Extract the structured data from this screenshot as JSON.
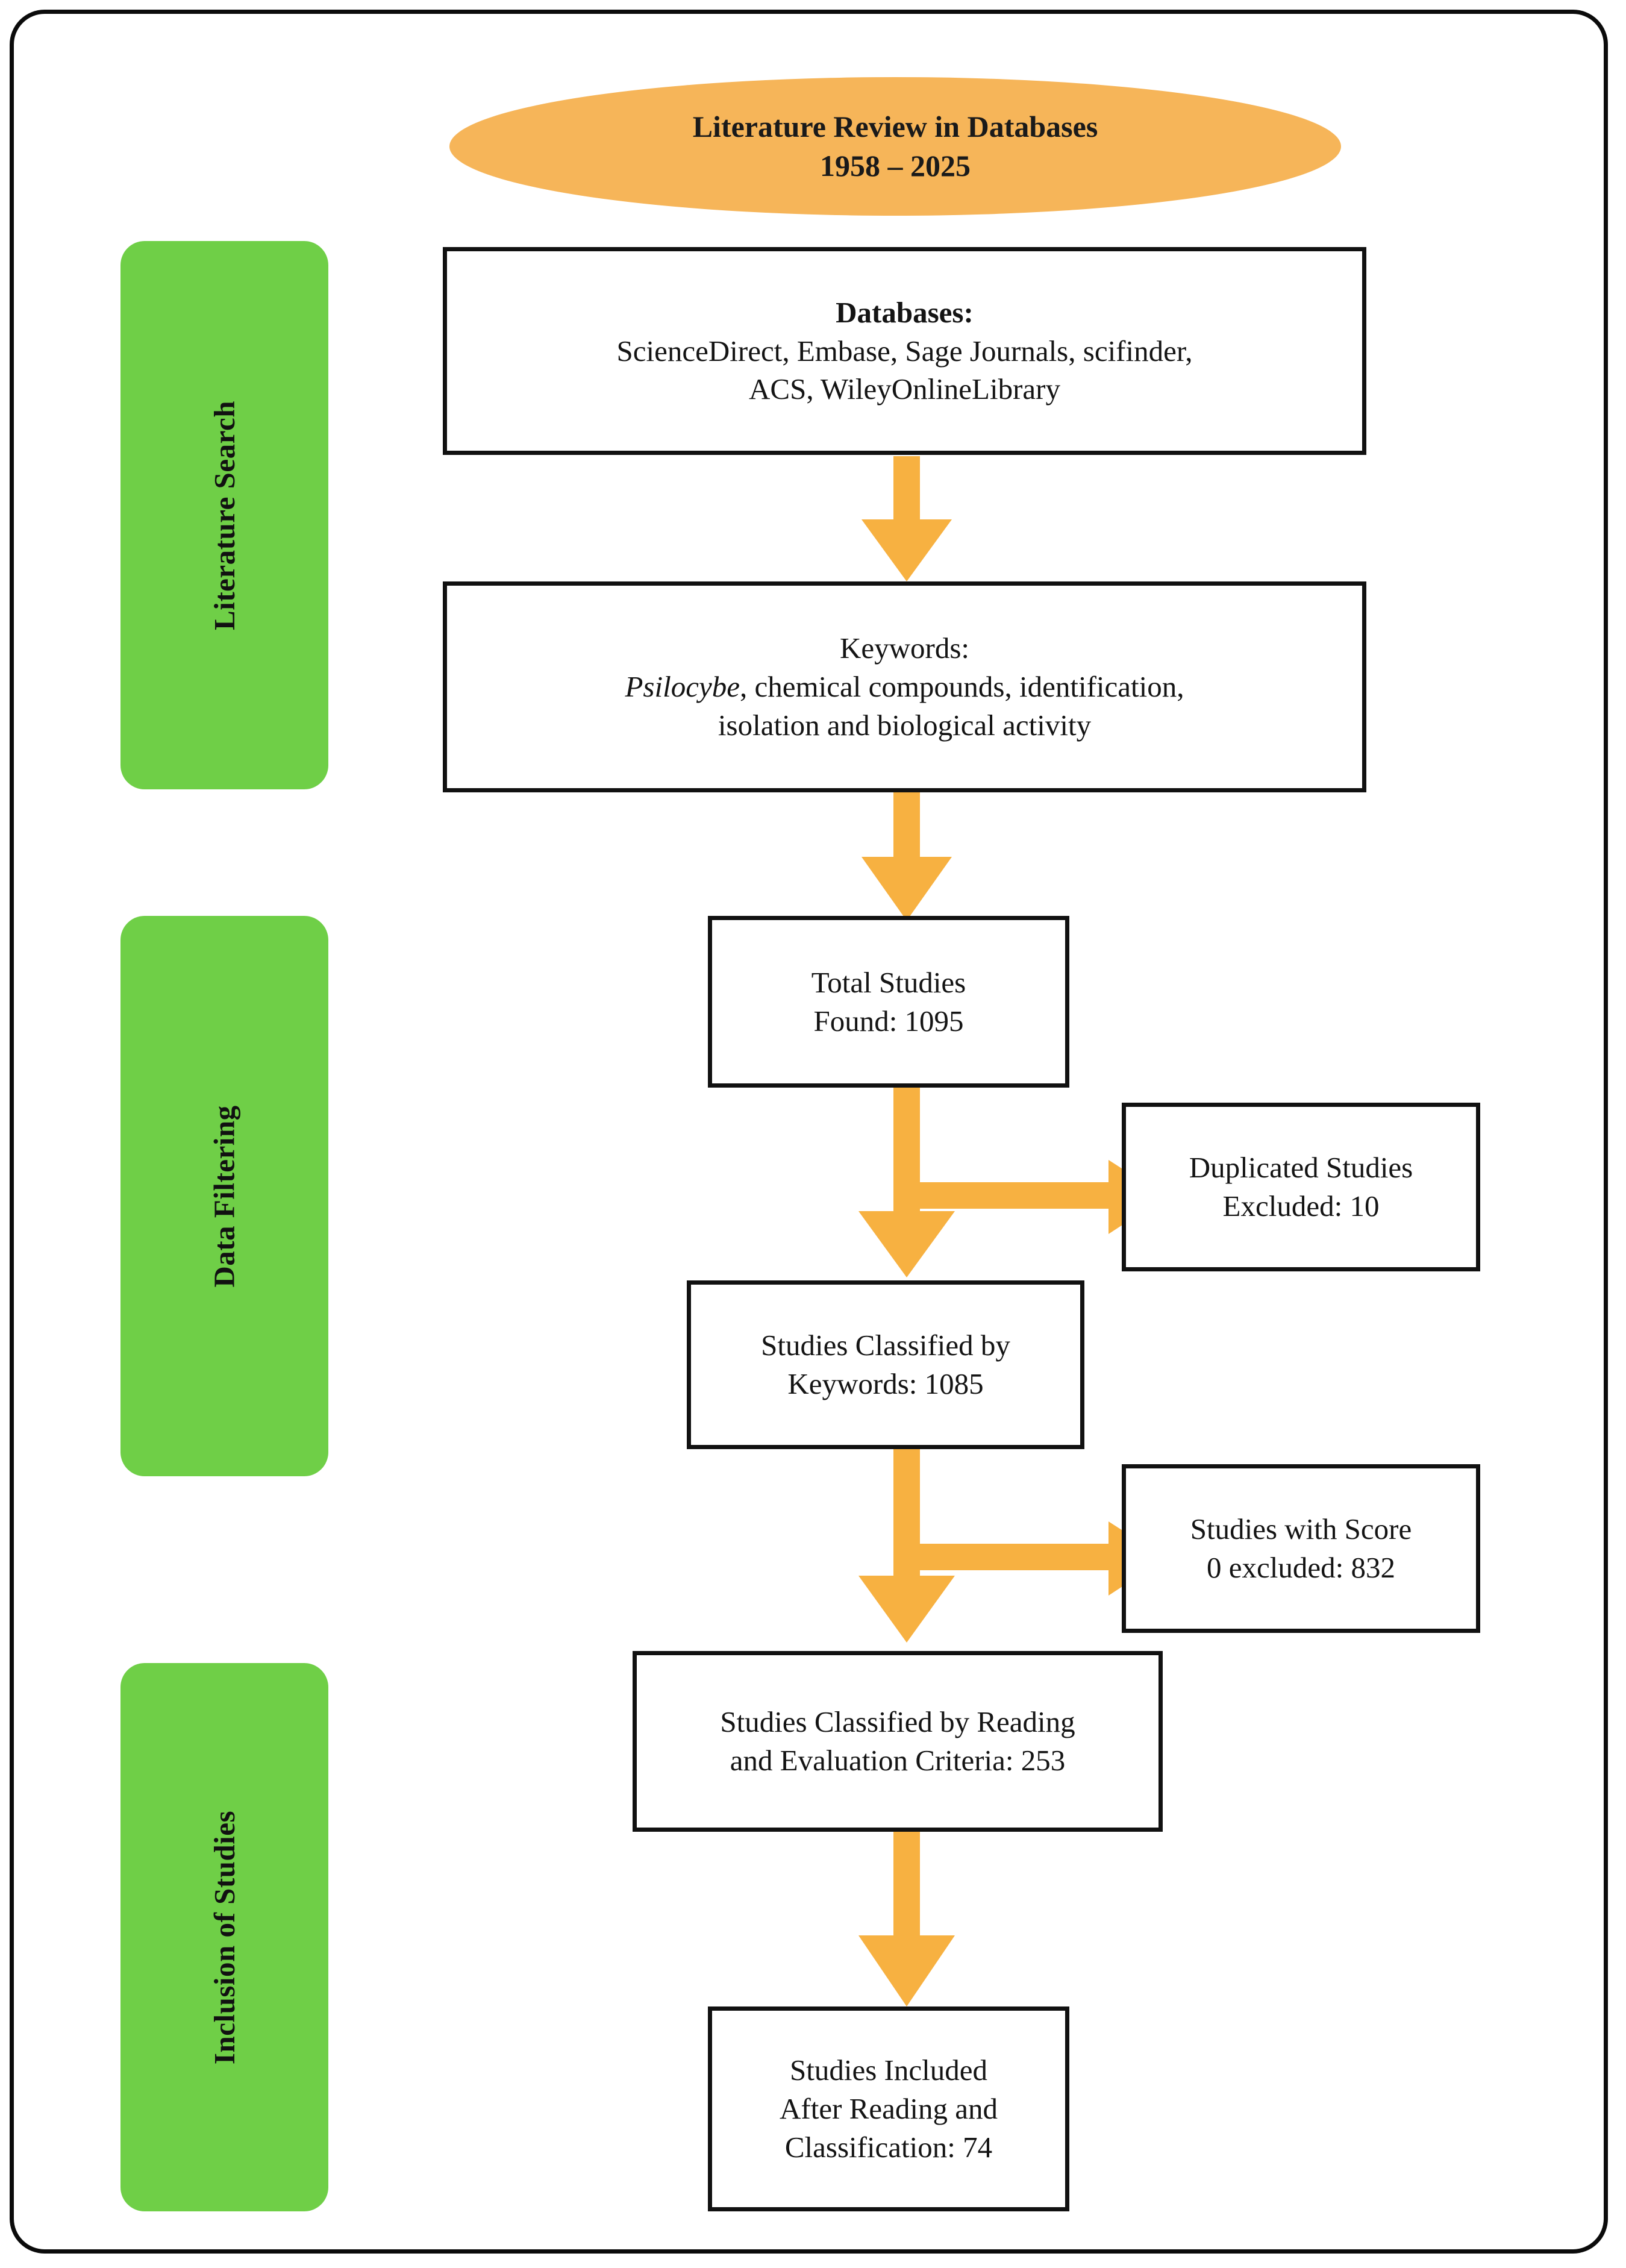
{
  "diagram": {
    "type": "flowchart",
    "title_node": {
      "shape": "ellipse",
      "color": "#F6B559",
      "line1": "Literature Review in Databases",
      "line2": "1958 – 2025"
    },
    "stages": [
      {
        "id": "stage-literature-search",
        "label": "Literature Search",
        "color": "#6FCF47"
      },
      {
        "id": "stage-data-filtering",
        "label": "Data Filtering",
        "color": "#6FCF47"
      },
      {
        "id": "stage-inclusion-of-studies",
        "label": "Inclusion of Studies",
        "color": "#6FCF47"
      }
    ],
    "nodes": [
      {
        "id": "databases",
        "heading": "Databases:",
        "line1": "ScienceDirect, Embase, Sage Journals, scifinder,",
        "line2": "ACS, WileyOnlineLibrary"
      },
      {
        "id": "keywords",
        "heading": "Keywords:",
        "line1_italic": "Psilocybe",
        "line1_rest": ", chemical compounds, identification,",
        "line2": "isolation and biological activity"
      },
      {
        "id": "total-studies-found",
        "line1": "Total Studies",
        "line2": "Found: 1095",
        "value": 1095
      },
      {
        "id": "duplicated-studies-excluded",
        "line1": "Duplicated Studies",
        "line2": "Excluded: 10",
        "value": 10
      },
      {
        "id": "studies-classified-by-keywords",
        "line1": "Studies Classified by",
        "line2": "Keywords: 1085",
        "value": 1085
      },
      {
        "id": "studies-with-score-0-excluded",
        "line1": "Studies with Score",
        "line2": "0 excluded: 832",
        "value": 832
      },
      {
        "id": "studies-classified-by-reading",
        "line1": "Studies Classified by Reading",
        "line2": "and Evaluation Criteria: 253",
        "value": 253
      },
      {
        "id": "studies-included",
        "line1": "Studies Included",
        "line2": "After Reading and",
        "line3": "Classification: 74",
        "value": 74
      }
    ],
    "arrow_color": "#F7B141",
    "frame_color": "#0b0b0b",
    "box_border_color": "#111111"
  },
  "chart_data": {
    "type": "flowchart",
    "title": "Literature Review in Databases 1958 – 2025",
    "stages": [
      "Literature Search",
      "Data Filtering",
      "Inclusion of Studies"
    ],
    "steps": [
      {
        "label": "Total Studies Found",
        "value": 1095
      },
      {
        "label": "Duplicated Studies Excluded",
        "value": 10
      },
      {
        "label": "Studies Classified by Keywords",
        "value": 1085
      },
      {
        "label": "Studies with Score 0 excluded",
        "value": 832
      },
      {
        "label": "Studies Classified by Reading and Evaluation Criteria",
        "value": 253
      },
      {
        "label": "Studies Included After Reading and Classification",
        "value": 74
      }
    ]
  }
}
